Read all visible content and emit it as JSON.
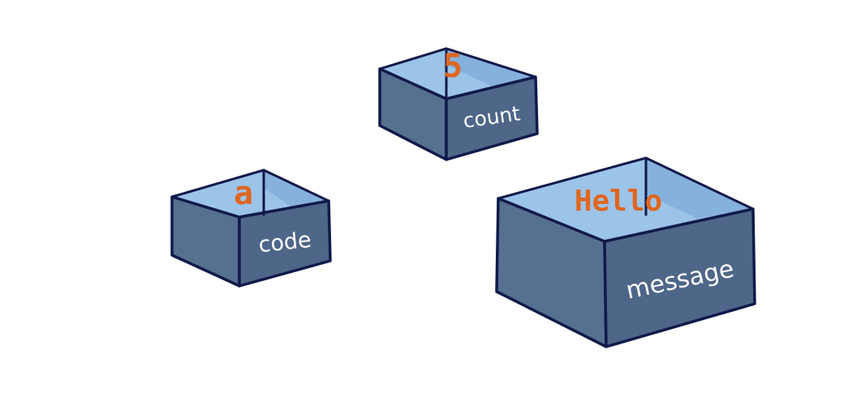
{
  "colors": {
    "inner_face": "#9cc3e8",
    "inner_back": "#86b1dc",
    "outer_left": "#56708f",
    "outer_right": "#4e6688",
    "outline": "#101a4a",
    "value_text": "#e0661e",
    "label_text": "#ffffff"
  },
  "boxes": {
    "count": {
      "value": "5",
      "name": "count"
    },
    "code": {
      "value": "a",
      "name": "code"
    },
    "message": {
      "value": "Hello",
      "name": "message"
    }
  }
}
